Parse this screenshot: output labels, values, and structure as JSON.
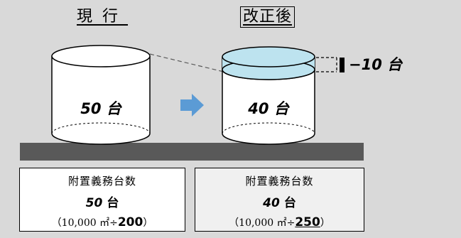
{
  "headers": {
    "current": "現行",
    "revised": "改正後"
  },
  "cylinders": {
    "current_count": "50 台",
    "revised_count": "40 台",
    "reduction_label": "−10 台"
  },
  "boxes": {
    "current": {
      "label": "附置義務台数",
      "count": "50",
      "unit": "台",
      "formula_prefix": "（10,000 ㎡÷",
      "divisor": "200",
      "formula_suffix": "）"
    },
    "revised": {
      "label": "附置義務台数",
      "count": "40",
      "unit": "台",
      "formula_prefix": "（10,000 ㎡÷",
      "divisor": "250",
      "formula_suffix": "）"
    }
  },
  "colors": {
    "background": "#d9d9d9",
    "ground": "#595959",
    "water": "#bde3ef",
    "arrow": "#5b9bd5"
  }
}
